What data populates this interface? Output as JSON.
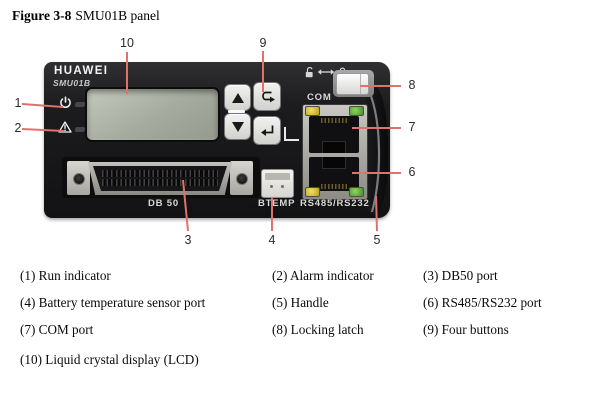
{
  "figure": {
    "label": "Figure 3-8",
    "title": "SMU01B panel"
  },
  "device": {
    "brand": "HUAWEI",
    "model": "SMU01B",
    "labels": {
      "com": "COM",
      "db50": "DB 50",
      "btemp": "BTEMP",
      "rs485": "RS485/RS232"
    }
  },
  "callouts": {
    "c1": "1",
    "c2": "2",
    "c3": "3",
    "c4": "4",
    "c5": "5",
    "c6": "6",
    "c7": "7",
    "c8": "8",
    "c9": "9",
    "c10": "10"
  },
  "legend": {
    "items": [
      {
        "text": "(1) Run indicator"
      },
      {
        "text": "(2) Alarm indicator"
      },
      {
        "text": "(3) DB50 port"
      },
      {
        "text": "(4) Battery temperature sensor port"
      },
      {
        "text": "(5) Handle"
      },
      {
        "text": "(6) RS485/RS232 port"
      },
      {
        "text": "(7) COM port"
      },
      {
        "text": "(8) Locking latch"
      },
      {
        "text": "(9) Four buttons"
      },
      {
        "text": "(10) Liquid crystal display (LCD)"
      }
    ]
  },
  "colors": {
    "leader_line": "#e0716c",
    "panel_body": "#1c1c1e",
    "lcd": "#a4aa9d",
    "led_yellow": "#c9b32a",
    "led_green": "#4f9f38"
  }
}
